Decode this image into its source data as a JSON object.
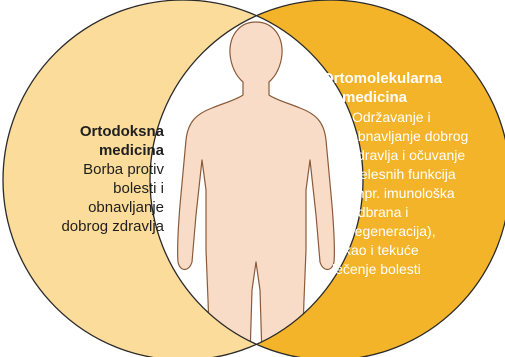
{
  "colors": {
    "left_circle_fill": "#FBDC9A",
    "right_circle_fill": "#F4B42A",
    "body_fill": "#F9DCC7",
    "outline": "#2a2a2a",
    "right_text": "#FFFFFF",
    "left_text": "#1F1F1F"
  },
  "left": {
    "title_lines": [
      "Ortodoksna",
      "medicina"
    ],
    "desc_lines": [
      "Borba protiv",
      "bolesti i",
      "obnavljanje",
      "dobrog zdravlja"
    ]
  },
  "right": {
    "title_lines": [
      "Ortomolekularna",
      "medicina"
    ],
    "desc_lines": [
      "Održavanje i",
      "obnavljanje dobrog",
      "zdravlja i očuvanje",
      "telesnih  funkcija",
      "(npr. imunološka",
      "odbrana i",
      "regeneracija),",
      "kao i tekuće",
      "lečenje bolesti"
    ]
  },
  "center": {
    "icon": "human-body-silhouette-icon"
  }
}
